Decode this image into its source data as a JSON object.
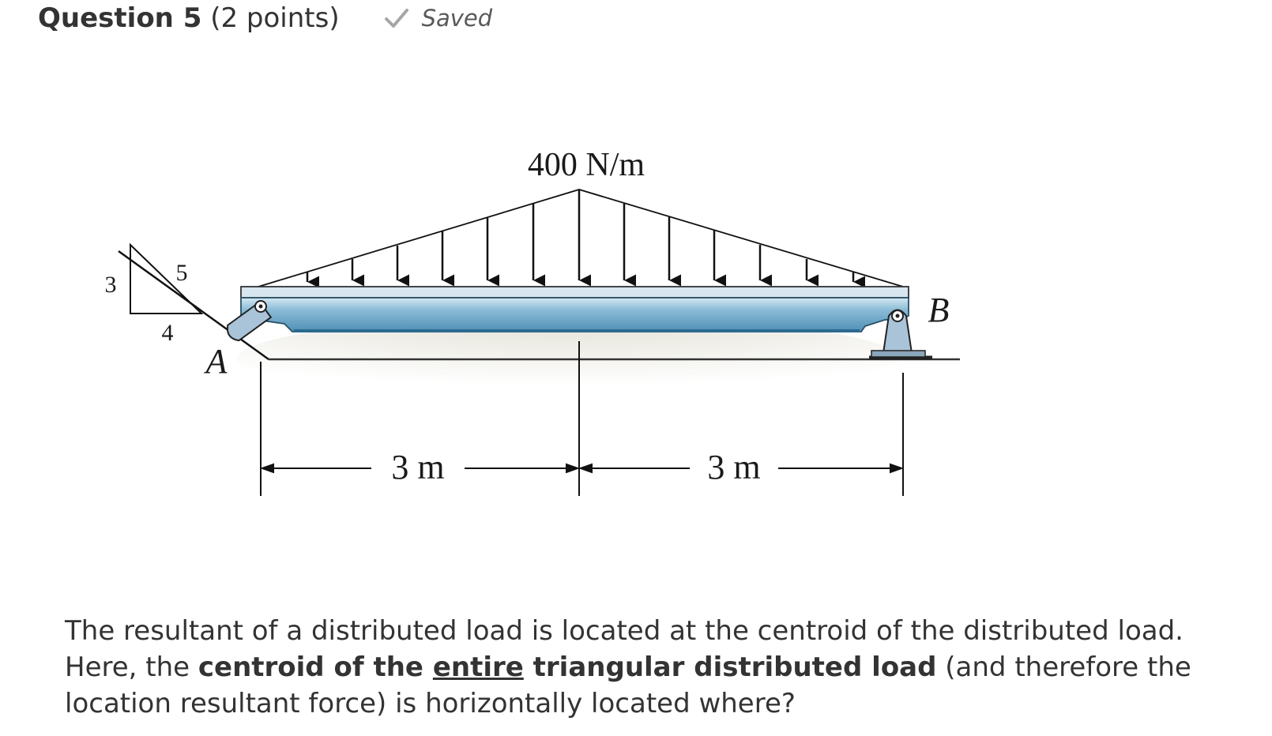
{
  "header": {
    "question_label": "Question 5",
    "points_label": "(2 points)",
    "saved_label": "Saved",
    "saved_icon": "check-icon"
  },
  "figure": {
    "load_label": "400 N/m",
    "slope": {
      "rise": "3",
      "hypotenuse": "5",
      "run": "4"
    },
    "support_a_label": "A",
    "support_b_label": "B",
    "dim_left": "3 m",
    "dim_right": "3 m"
  },
  "question": {
    "p1": "The resultant of a distributed load is located at the centroid of the distributed load.",
    "p2": "Here, the ",
    "b1": "centroid of the ",
    "u1": "entire",
    "b2": " triangular distributed load",
    "p3": " (and therefore the location resultant force) is horizontally located where?"
  },
  "colors": {
    "text": "#333333",
    "saved_gray": "#595959",
    "beam_blue": "#7fb4d4",
    "support_blue": "#a9c4d8"
  }
}
